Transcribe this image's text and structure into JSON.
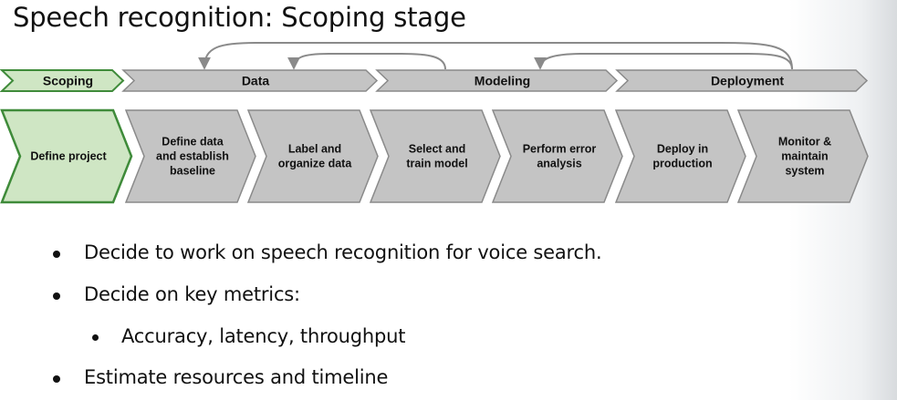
{
  "title": "Speech recognition: Scoping stage",
  "colors": {
    "active_fill": "#cfe6c4",
    "active_stroke": "#3f8b3a",
    "inactive_fill": "#c4c4c4",
    "inactive_stroke": "#8a8a8a",
    "arrow": "#8a8a8a"
  },
  "phases": [
    {
      "label": "Scoping",
      "active": true
    },
    {
      "label": "Data",
      "active": false
    },
    {
      "label": "Modeling",
      "active": false
    },
    {
      "label": "Deployment",
      "active": false
    }
  ],
  "steps": [
    {
      "lines": [
        "Define project"
      ],
      "active": true
    },
    {
      "lines": [
        "Define data",
        "and establish",
        "baseline"
      ],
      "active": false
    },
    {
      "lines": [
        "Label and",
        "organize data"
      ],
      "active": false
    },
    {
      "lines": [
        "Select and",
        "train model"
      ],
      "active": false
    },
    {
      "lines": [
        "Perform error",
        "analysis"
      ],
      "active": false
    },
    {
      "lines": [
        "Deploy in",
        "production"
      ],
      "active": false
    },
    {
      "lines": [
        "Monitor &",
        "maintain",
        "system"
      ],
      "active": false
    }
  ],
  "bullets": [
    {
      "text": "Decide to work on speech recognition for voice search.",
      "level": 1
    },
    {
      "text": "Decide on key metrics:",
      "level": 1
    },
    {
      "text": "Accuracy, latency, throughput",
      "level": 2
    },
    {
      "text": "Estimate resources and timeline",
      "level": 1
    }
  ]
}
